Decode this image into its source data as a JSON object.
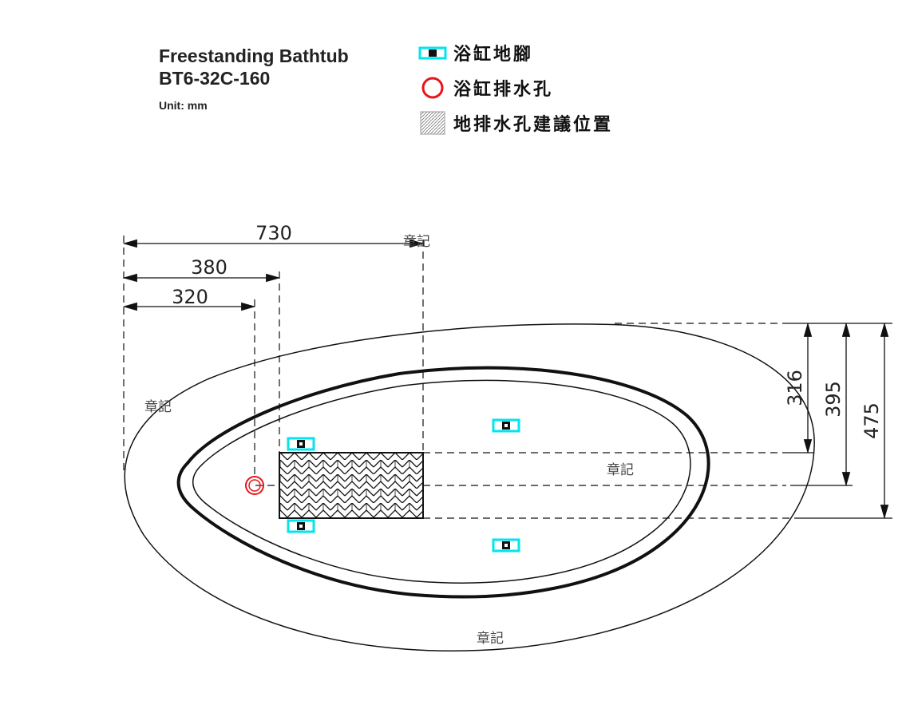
{
  "title": {
    "line1": "Freestanding Bathtub",
    "line2": "BT6-32C-160",
    "unit": "Unit: mm"
  },
  "legend": {
    "feet_label": "浴缸地腳",
    "drain_label": "浴缸排水孔",
    "floor_drain_label": "地排水孔建議位置"
  },
  "dimensions": {
    "horizontal": [
      {
        "value": "730"
      },
      {
        "value": "380"
      },
      {
        "value": "320"
      }
    ],
    "vertical": [
      {
        "value": "316"
      },
      {
        "value": "395"
      },
      {
        "value": "475"
      }
    ]
  },
  "stamps": [
    "章記",
    "章記",
    "章記",
    "章記"
  ],
  "colors": {
    "feet": "#00e5ee",
    "drain": "#e8141b",
    "line": "#111111"
  }
}
